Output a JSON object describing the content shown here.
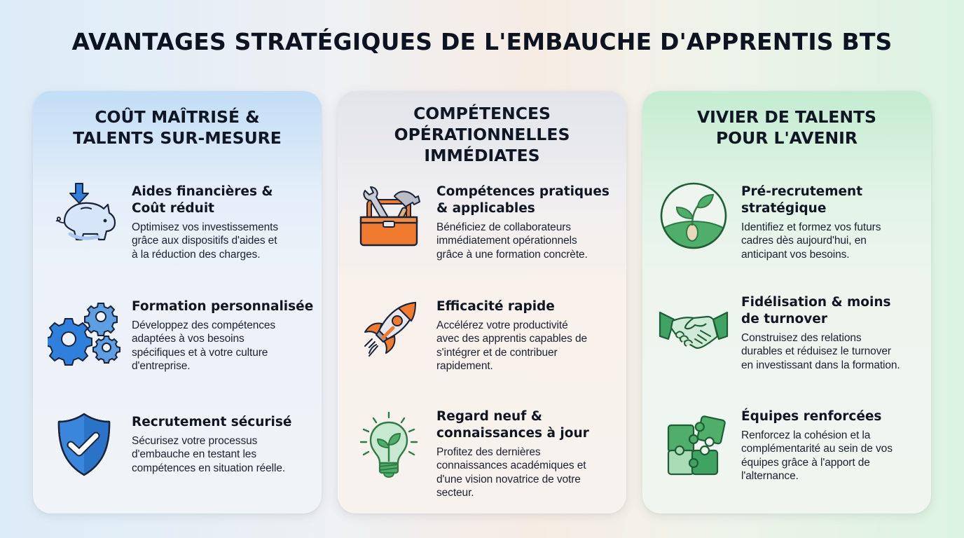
{
  "header": {
    "title": "AVANTAGES STRATÉGIQUES DE L'EMBAUCHE D'APPRENTIS BTS"
  },
  "colors": {
    "blue_accent": "#2f7fdc",
    "orange_accent": "#f07a2f",
    "green_accent": "#3fa463",
    "outline": "#1a2238"
  },
  "columns": [
    {
      "title_lines": [
        "COÛT MAÎTRISÉ &",
        "TALENTS SUR-MESURE"
      ],
      "items": [
        {
          "icon": "piggy-bank-icon",
          "title_lines": [
            "Aides financières &",
            "Coût réduit"
          ],
          "desc_lines": [
            "Optimisez vos investissements",
            "grâce aux dispositifs d'aides et",
            "à la réduction des charges."
          ]
        },
        {
          "icon": "gears-icon",
          "title_lines": [
            "Formation personnalisée"
          ],
          "desc_lines": [
            "Développez des compétences",
            "adaptées à vos besoins",
            "spécifiques et à votre culture",
            "d'entreprise."
          ]
        },
        {
          "icon": "shield-check-icon",
          "title_lines": [
            "Recrutement sécurisé"
          ],
          "desc_lines": [
            "Sécurisez votre processus",
            "d'embauche en testant les",
            "compétences en situation réelle."
          ]
        }
      ]
    },
    {
      "title_lines": [
        "COMPÉTENCES",
        "OPÉRATIONNELLES",
        "IMMÉDIATES"
      ],
      "items": [
        {
          "icon": "toolbox-icon",
          "title_lines": [
            "Compétences pratiques",
            "& applicables"
          ],
          "desc_lines": [
            "Bénéficiez de collaborateurs",
            "immédiatement opérationnels",
            "grâce à une formation concrète."
          ]
        },
        {
          "icon": "rocket-icon",
          "title_lines": [
            "Efficacité rapide"
          ],
          "desc_lines": [
            "Accélérez votre productivité",
            "avec des apprentis capables de",
            "s'intégrer et de contribuer",
            "rapidement."
          ]
        },
        {
          "icon": "lightbulb-plant-icon",
          "title_lines": [
            "Regard neuf &",
            "connaissances à jour"
          ],
          "desc_lines": [
            "Profitez des dernières",
            "connaissances académiques et",
            "d'une vision novatrice de votre",
            "secteur."
          ]
        }
      ]
    },
    {
      "title_lines": [
        "VIVIER DE TALENTS",
        "POUR L'AVENIR"
      ],
      "items": [
        {
          "icon": "seedling-icon",
          "title_lines": [
            "Pré-recrutement",
            "stratégique"
          ],
          "desc_lines": [
            "Identifiez et formez vos futurs",
            "cadres dès aujourd'hui, en",
            "anticipant vos besoins."
          ]
        },
        {
          "icon": "handshake-icon",
          "title_lines": [
            "Fidélisation & moins",
            "de turnover"
          ],
          "desc_lines": [
            "Construisez des relations",
            "durables et réduisez le turnover",
            "en investissant dans la formation."
          ]
        },
        {
          "icon": "puzzle-icon",
          "title_lines": [
            "Équipes renforcées"
          ],
          "desc_lines": [
            "Renforcez la cohésion et la",
            "complémentarité au sein de vos",
            "équipes grâce à l'apport de",
            "l'alternance."
          ]
        }
      ]
    }
  ]
}
